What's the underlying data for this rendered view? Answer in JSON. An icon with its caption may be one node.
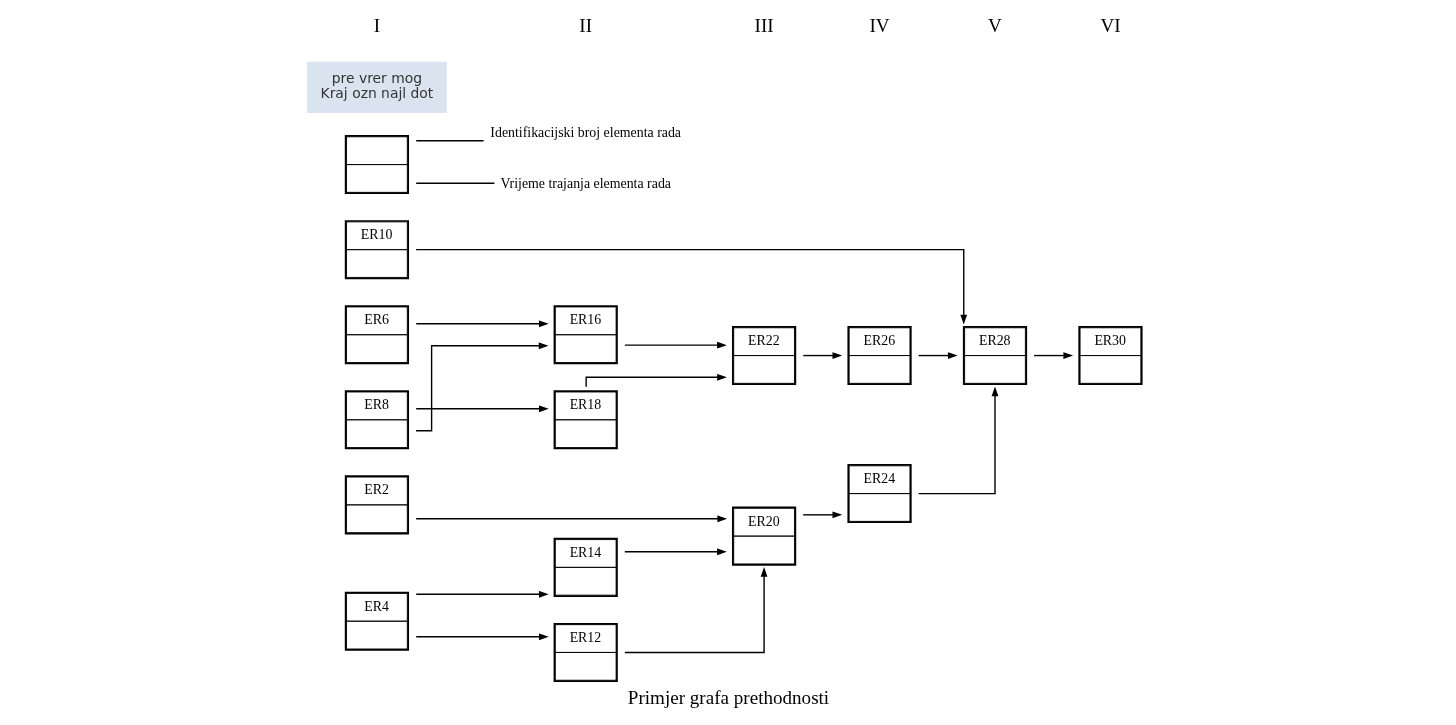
{
  "diagram": {
    "caption": "Primjer grafa prethodnosti",
    "nodes": [
      {
        "text": [
          "ER2"
        ]
      },
      {
        "text": [
          "ER4"
        ]
      },
      {
        "text": [
          "ER6"
        ]
      },
      {
        "text": [
          "ER8"
        ]
      },
      {
        "text": [
          "ER10"
        ]
      },
      {
        "text": [
          "ER12"
        ]
      },
      {
        "text": [
          "ER14"
        ]
      },
      {
        "text": [
          "ER16"
        ]
      },
      {
        "text": [
          "ER18"
        ]
      },
      {
        "text": [
          "ER20"
        ]
      },
      {
        "text": [
          "ER22"
        ]
      },
      {
        "text": [
          "ER24"
        ]
      },
      {
        "text": [
          "ER26"
        ]
      },
      {
        "text": [
          "ER28"
        ]
      },
      {
        "text": [
          "ER30"
        ]
      },
      {
        "text": [],
        "shape": "box"
      },
      {
        "text": [
          "Identifikacijski broj elementa rada"
        ]
      },
      {
        "text": [
          "Vrijeme trajanja elementa rada"
        ]
      },
      {
        "text": [
          "pre vrer mog",
          "Kraj ozn najl dot"
        ]
      }
    ],
    "edges": [
      {
        "from": 1,
        "to": 5,
        "arrow": "to"
      },
      {
        "from": 1,
        "to": 6,
        "arrow": "to"
      },
      {
        "from": 0,
        "to": 9,
        "arrow": "to"
      },
      {
        "from": 5,
        "to": 9,
        "arrow": "to"
      },
      {
        "from": 6,
        "to": 9,
        "arrow": "to"
      },
      {
        "from": 9,
        "to": 11,
        "arrow": "to"
      },
      {
        "from": 2,
        "to": 7,
        "arrow": "to"
      },
      {
        "from": 3,
        "to": 7,
        "arrow": "to"
      },
      {
        "from": 3,
        "to": 8,
        "arrow": "to"
      },
      {
        "from": 7,
        "to": 10,
        "arrow": "to"
      },
      {
        "from": 8,
        "to": 10,
        "arrow": "to"
      },
      {
        "from": 10,
        "to": 12,
        "arrow": "to"
      },
      {
        "from": 11,
        "to": 13,
        "arrow": "to"
      },
      {
        "from": 12,
        "to": 13,
        "arrow": "to"
      },
      {
        "from": 4,
        "to": 13,
        "arrow": "to"
      },
      {
        "from": 13,
        "to": 14,
        "arrow": "to"
      },
      {
        "from": 16,
        "to": 15,
        "arrow": "none"
      },
      {
        "from": 17,
        "to": 15,
        "arrow": "none"
      }
    ],
    "labels": [
      "I",
      "II",
      "III",
      "IV",
      "V",
      "VI"
    ]
  }
}
